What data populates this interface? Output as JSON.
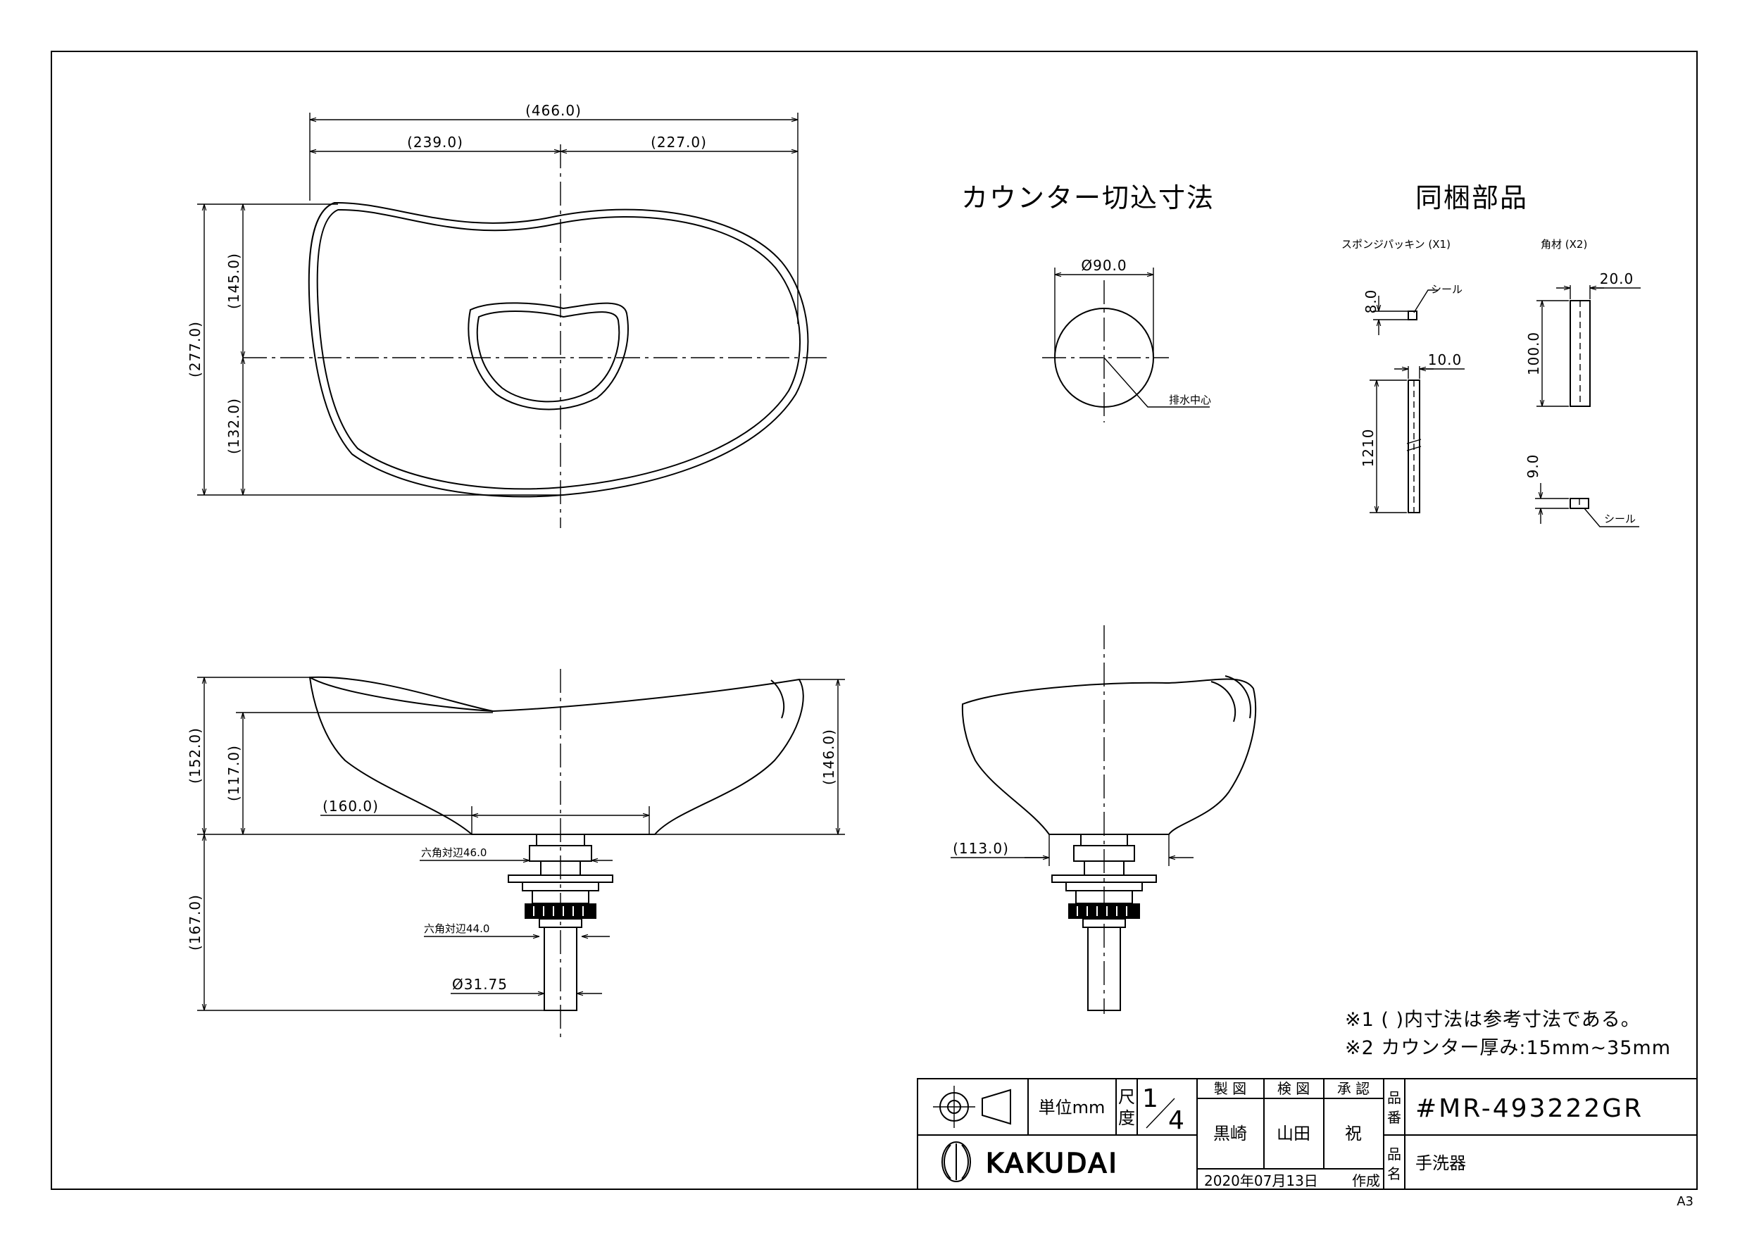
{
  "plan": {
    "overall_width": "(466.0)",
    "left_width": "(239.0)",
    "right_width": "(227.0)",
    "overall_depth": "(277.0)",
    "upper_depth": "(145.0)",
    "lower_depth": "(132.0)"
  },
  "cutout": {
    "title": "カウンター切込寸法",
    "diameter": "Ø90.0",
    "center_label": "排水中心"
  },
  "parts": {
    "title": "同梱部品",
    "sponge_title": "スポンジパッキン (X1)",
    "seal_label": "シール",
    "sponge_thickness": "8.0",
    "sponge_width": "10.0",
    "sponge_length": "1210",
    "block_title": "角材 (X2)",
    "block_width": "20.0",
    "block_length": "100.0",
    "block_thickness": "9.0",
    "block_seal_label": "シール"
  },
  "front": {
    "total_height": "(152.0)",
    "inner_height": "(117.0)",
    "right_height": "(146.0)",
    "foot_width": "(160.0)",
    "hex_upper": "六角対辺46.0",
    "hex_lower": "六角対辺44.0",
    "pipe_diameter": "Ø31.75",
    "drain_length": "(167.0)"
  },
  "side": {
    "foot_width": "(113.0)"
  },
  "notes": {
    "note1": "※1 ( )内寸法は参考寸法である。",
    "note2": "※2 カウンター厚み:15mm~35mm"
  },
  "title_block": {
    "unit": "単位mm",
    "scale_label_1": "尺",
    "scale_label_2": "度",
    "scale_num": "1",
    "scale_den": "4",
    "drawn_label": "製 図",
    "checked_label": "検 図",
    "approved_label": "承 認",
    "drawn_by": "黒崎",
    "checked_by": "山田",
    "approved_by": "祝",
    "product_no_label_1": "品",
    "product_no_label_2": "番",
    "product_no": "#MR-493222GR",
    "product_name_label_1": "品",
    "product_name_label_2": "名",
    "product_name": "手洗器",
    "company": "KAKUDAI",
    "date": "2020年07月13日",
    "date_suffix": "作成",
    "sheet_size": "A3"
  }
}
